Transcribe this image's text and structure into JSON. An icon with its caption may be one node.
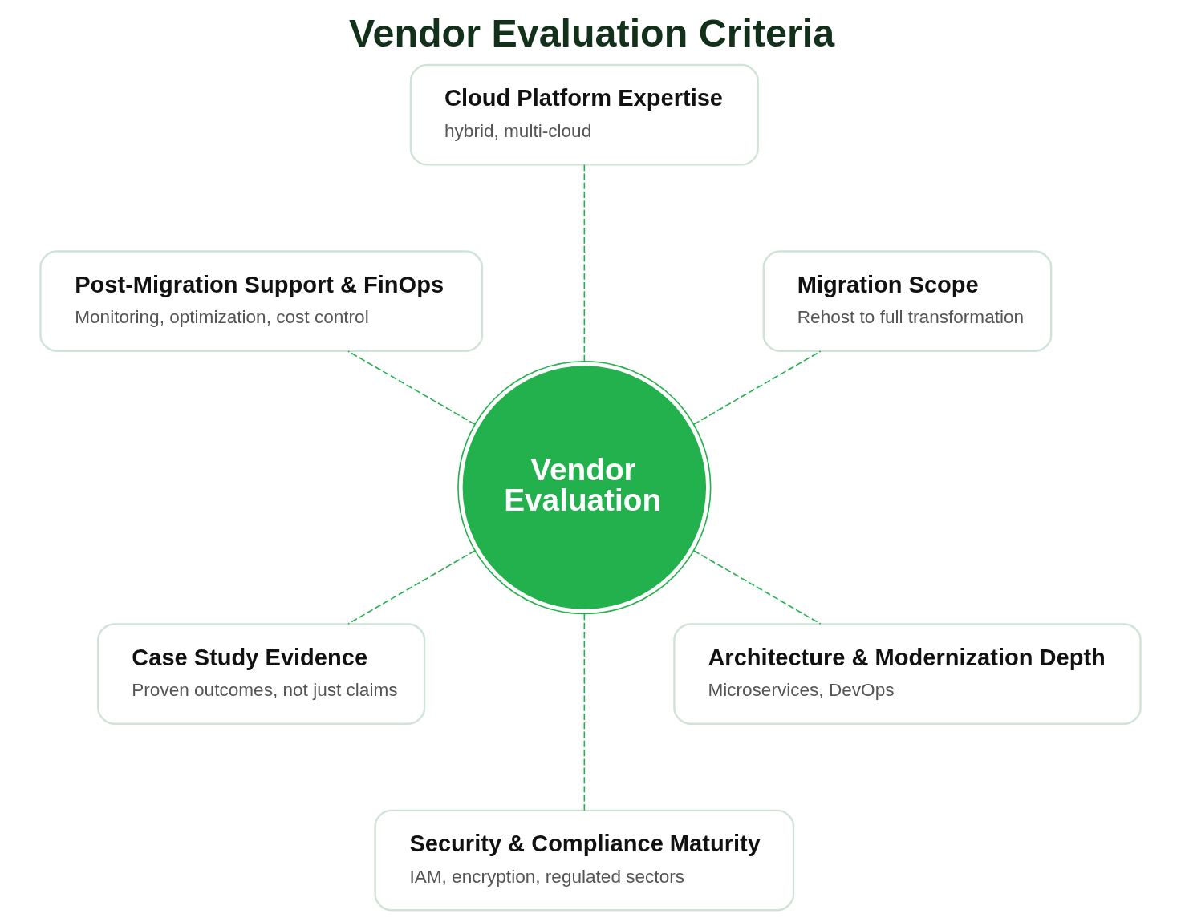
{
  "diagram": {
    "title": "Vendor Evaluation Criteria",
    "nodes": [
      {
        "text": [
          "Vendor Evaluation"
        ]
      },
      {
        "text": [
          "Cloud Platform Expertise",
          "hybrid, multi-cloud"
        ]
      },
      {
        "text": [
          "Post-Migration Support & FinOps",
          "Monitoring, optimization, cost control"
        ]
      },
      {
        "text": [
          "Migration Scope",
          "Rehost to full transformation"
        ]
      },
      {
        "text": [
          "Case Study Evidence",
          "Proven outcomes, not just claims"
        ]
      },
      {
        "text": [
          "Architecture & Modernization Depth",
          "Microservices, DevOps"
        ]
      },
      {
        "text": [
          "Security & Compliance Maturity",
          "IAM, encryption, regulated sectors"
        ]
      }
    ],
    "edges": [
      {
        "from": 0,
        "to": 1,
        "arrow": "none",
        "style": "dashed"
      },
      {
        "from": 0,
        "to": 3,
        "arrow": "none",
        "style": "dashed"
      },
      {
        "from": 0,
        "to": 5,
        "arrow": "none",
        "style": "dashed"
      },
      {
        "from": 0,
        "to": 6,
        "arrow": "none",
        "style": "dashed"
      },
      {
        "from": 0,
        "to": 4,
        "arrow": "none",
        "style": "dashed"
      },
      {
        "from": 0,
        "to": 2,
        "arrow": "none",
        "style": "dashed"
      }
    ]
  }
}
